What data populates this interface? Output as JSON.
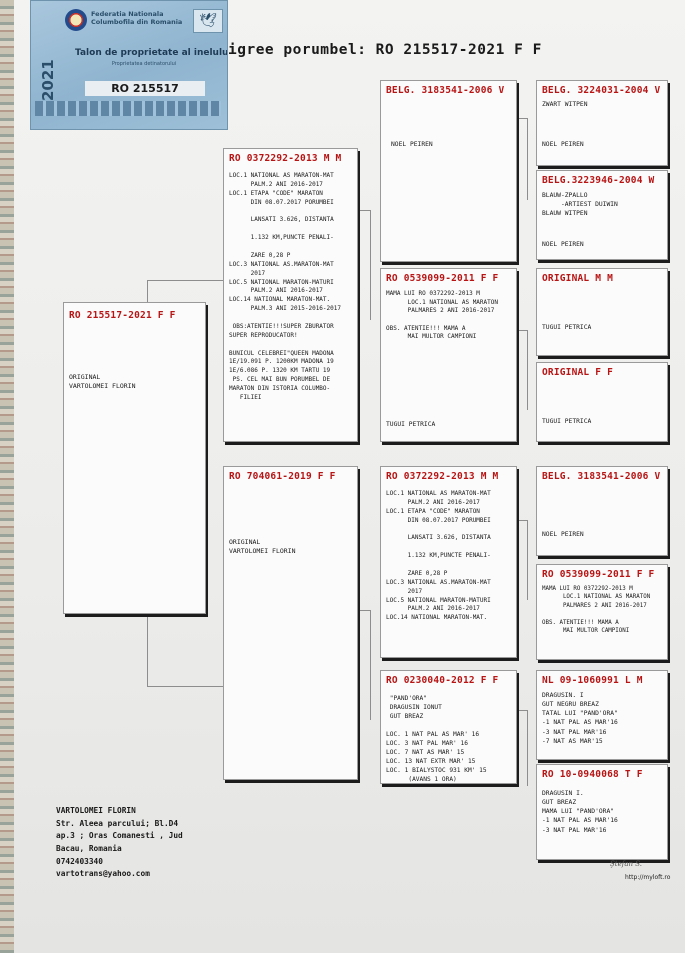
{
  "title": "igree porumbel: RO 215517-2021 F F",
  "ticket": {
    "org": "Federatia Nationala Columbofila din Romania",
    "heading": "Talon de proprietate al inelului",
    "sub": "Proprietatea detinatorului",
    "year": "2021",
    "ring": "RO 215517"
  },
  "cards": {
    "subject": {
      "header": "RO 215517-2021 F F",
      "body": "ORIGINAL\nVARTOLOMEI FLORIN",
      "foot": ""
    },
    "sire": {
      "header": "RO 0372292-2013 M M",
      "body": "LOC.1 NATIONAL AS MARATON-MAT\n      PALM.2 ANI 2016-2017\nLOC.1 ETAPA \"CODE\" MARATON\n      DIN 08.07.2017 PORUMBEI\n\n      LANSATI 3.626, DISTANTA\n\n      1.132 KM,PUNCTE PENALI-\n\n      ZARE 0,28 P\nLOC.3 NATIONAL AS.MARATON-MAT\n      2017\nLOC.5 NATIONAL MARATON-MATURI\n      PALM.2 ANI 2016-2017\nLOC.14 NATIONAL MARATON-MAT.\n      PALM.3 ANI 2015-2016-2017\n\n OBS:ATENTIE!!!SUPER ZBURATOR\nSUPER REPRODUCATOR!\n\nBUNICUL CELEBREI\"QUEEN MADONA\n1E/19.091 P. 1200KM MADONA 19\n1E/6.086 P. 1320 KM TARTU 19\n PS. CEL MAI BUN PORUMBEL DE\nMARATON DIN ISTORIA COLUMBO-\n   FILIEI",
      "foot": ""
    },
    "dam": {
      "header": "RO 704061-2019 F F",
      "body": "ORIGINAL\nVARTOLOMEI FLORIN",
      "foot": ""
    },
    "ss": {
      "header": "BELG. 3183541-2006 V",
      "body": "NOEL PEIREN",
      "foot": ""
    },
    "sd": {
      "header": "RO 0539099-2011 F F",
      "body": "MAMA LUI RO 0372292-2013 M\n      LOC.1 NATIONAL AS MARATON\n      PALMARES 2 ANI 2016-2017\n\nOBS. ATENTIE!!! MAMA A\n      MAI MULTOR CAMPIONI",
      "foot": "TUGUI PETRICA"
    },
    "ds": {
      "header": "RO 0372292-2013 M M",
      "body": "LOC.1 NATIONAL AS MARATON-MAT\n      PALM.2 ANI 2016-2017\nLOC.1 ETAPA \"CODE\" MARATON\n      DIN 08.07.2017 PORUMBEI\n\n      LANSATI 3.626, DISTANTA\n\n      1.132 KM,PUNCTE PENALI-\n\n      ZARE 0,28 P\nLOC.3 NATIONAL AS.MARATON-MAT\n      2017\nLOC.5 NATIONAL MARATON-MATURI\n      PALM.2 ANI 2016-2017\nLOC.14 NATIONAL MARATON-MAT.",
      "foot": ""
    },
    "dd": {
      "header": "RO 0230040-2012 F F",
      "body": " \"PAND'ORA\"\n DRAGUSIN IONUT\n GUT BREAZ\n\nLOC. 1 NAT PAL AS MAR' 16\nLOC. 3 NAT PAL MAR' 16\nLOC. 7 NAT AS MAR' 15\nLOC. 13 NAT EXTR MAR' 15\nLOC. 1 BIALYSTOC 931 KM' 15\n      (AVANS 1 ORA)",
      "foot": ""
    },
    "sss": {
      "header": "BELG. 3224031-2004 V",
      "body": "ZWART WITPEN",
      "foot": "NOEL PEIREN"
    },
    "ssd": {
      "header": "BELG.3223946-2004 W",
      "body": "BLAUW-ZPALLO\n     -ARTIEST DUIWIN\nBLAUW WITPEN",
      "foot": "NOEL PEIREN"
    },
    "sds": {
      "header": "ORIGINAL M M",
      "body": "",
      "foot": "TUGUI PETRICA"
    },
    "sdd": {
      "header": "ORIGINAL F F",
      "body": "",
      "foot": "TUGUI PETRICA"
    },
    "dss": {
      "header": "BELG. 3183541-2006 V",
      "body": "",
      "foot": "NOEL PEIREN"
    },
    "dsd": {
      "header": "RO 0539099-2011 F F",
      "body": "MAMA LUI RO 0372292-2013 M\n      LOC.1 NATIONAL AS MARATON\n      PALMARES 2 ANI 2016-2017\n\nOBS. ATENTIE!!! MAMA A\n      MAI MULTOR CAMPIONI",
      "foot": ""
    },
    "dds": {
      "header": "NL 09-1060991 L M",
      "body": "DRAGUSIN. I\nGUT NEGRU BREAZ\nTATAL LUI \"PAND'ORA\"\n-1 NAT PAL AS MAR'16\n-3 NAT PAL MAR'16\n-7 NAT AS MAR'15",
      "foot": ""
    },
    "ddd": {
      "header": "RO 10-0940068 T F",
      "body": "DRAGUSIN I.\nGUT BREAZ\nMAMA LUI \"PAND'ORA\"\n-1 NAT PAL AS MAR'16\n-3 NAT PAL MAR'16",
      "foot": ""
    }
  },
  "owner": "VARTOLOMEI FLORIN\nStr. Aleea parcului; Bl.D4\nap.3 ; Oras Comanesti , Jud\nBacau, Romania\n0742403340\nvartotrans@yahoo.com",
  "signature": "Ştefan S.",
  "url": "http://myloft.ro"
}
